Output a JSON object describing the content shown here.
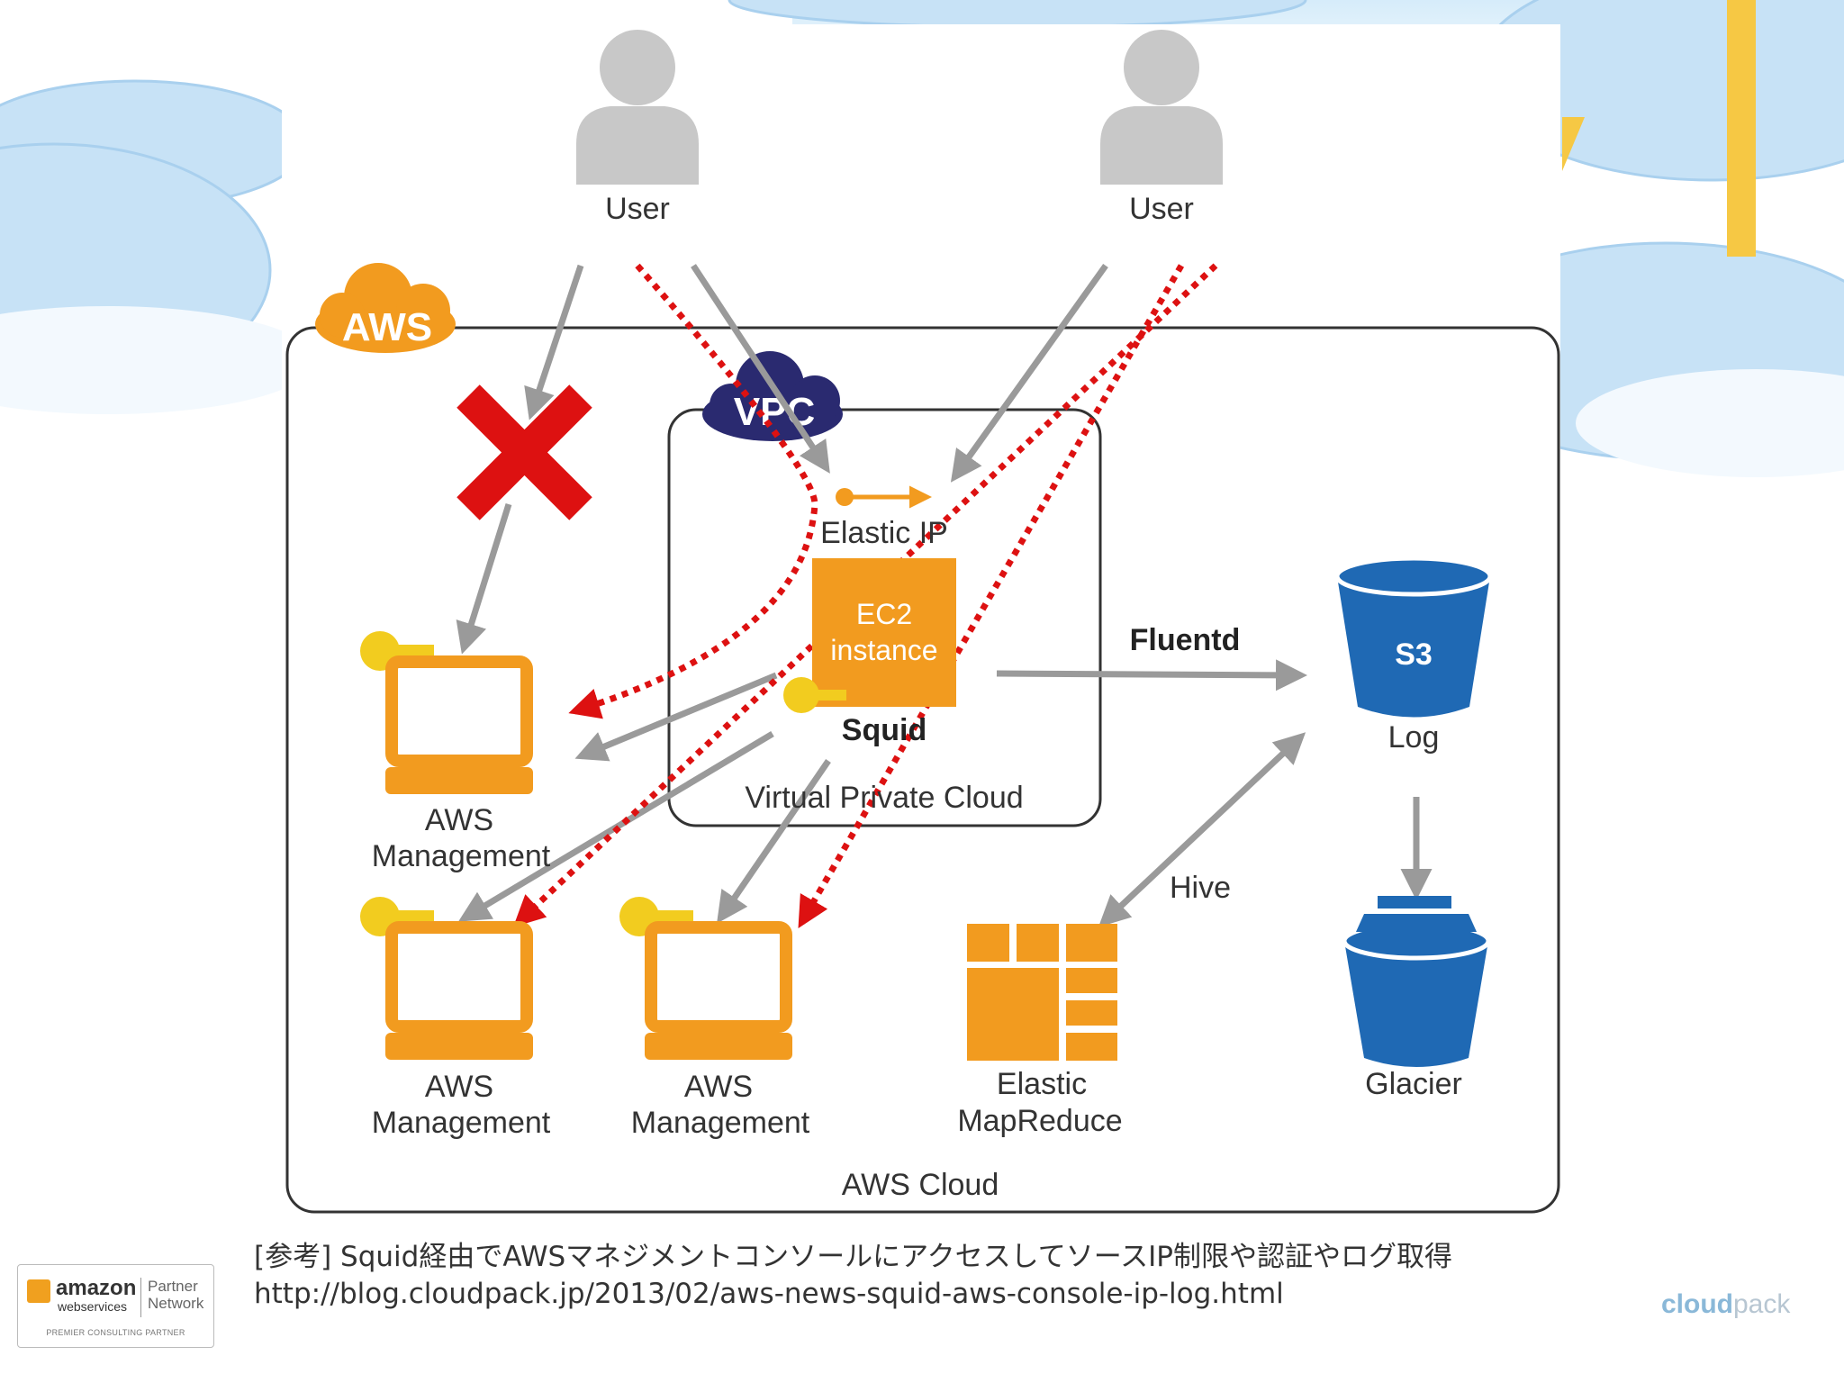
{
  "diagram": {
    "aws_badge": "AWS",
    "vpc_badge": "VPC",
    "users": [
      {
        "label": "User"
      },
      {
        "label": "User"
      }
    ],
    "elastic_ip": "Elastic IP",
    "ec2": {
      "line1": "EC2",
      "line2": "instance"
    },
    "squid": "Squid",
    "vpc_label": "Virtual Private Cloud",
    "aws_cloud_label": "AWS Cloud",
    "management_consoles": [
      {
        "line1": "AWS",
        "line2": "Management"
      },
      {
        "line1": "AWS",
        "line2": "Management"
      },
      {
        "line1": "AWS",
        "line2": "Management"
      }
    ],
    "fluentd": "Fluentd",
    "s3": {
      "badge": "S3",
      "label": "Log"
    },
    "hive": "Hive",
    "emr": {
      "line1": "Elastic",
      "line2": "MapReduce"
    },
    "glacier": "Glacier"
  },
  "colors": {
    "aws_orange": "#f29b1f",
    "s3_blue": "#1f69b4",
    "vpc_navy": "#2a2a70",
    "deny_red": "#dd1111",
    "arrow_gray": "#9a9a9a",
    "key_yellow": "#f2cc1f"
  },
  "caption": {
    "reference": "[参考] Squid経由でAWSマネジメントコンソールにアクセスしてソースIP制限や認証やログ取得",
    "url": "http://blog.cloudpack.jp/2013/02/aws-news-squid-aws-console-ip-log.html"
  },
  "logos": {
    "amazon": "amazon",
    "webservices": "webservices",
    "partner_line1": "Partner",
    "partner_line2": "Network",
    "premier": "PREMIER CONSULTING PARTNER",
    "cloudpack_a": "cloud",
    "cloudpack_b": "pack"
  }
}
